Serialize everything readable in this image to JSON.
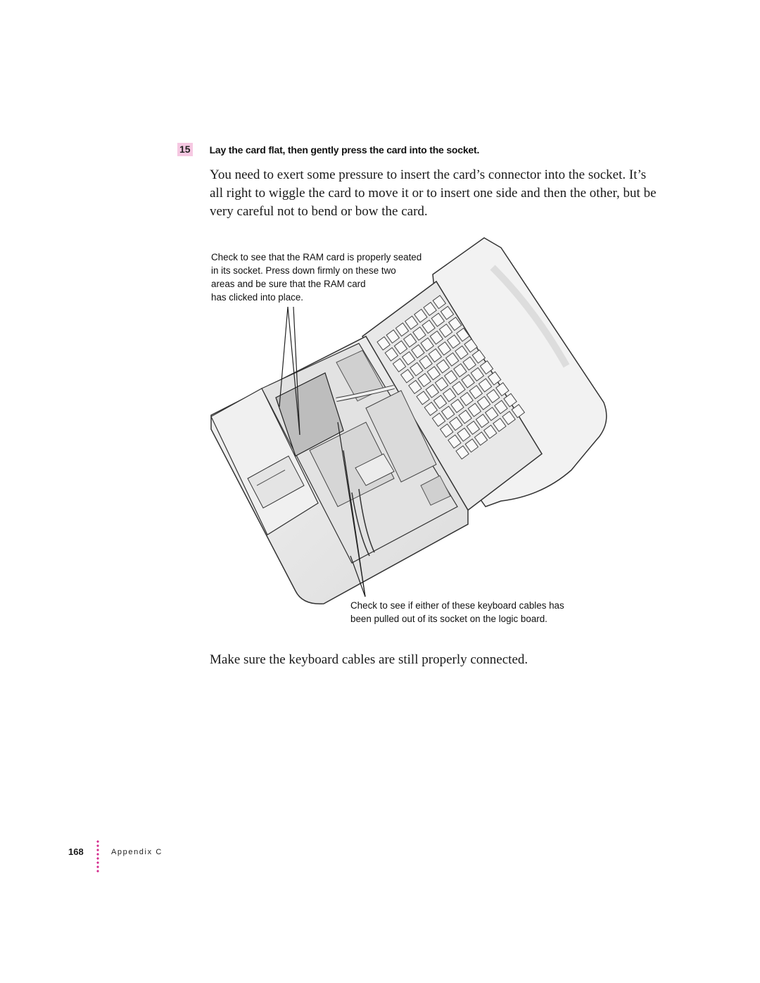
{
  "step": {
    "number": "15",
    "title": "Lay the card flat, then gently press the card into the socket."
  },
  "paragraphs": [
    "You need to exert some pressure to insert the card’s connector into the socket. It’s all right to wiggle the card to move it or to insert one side and then the other, but be very careful not to bend or bow the card.",
    "Make sure the keyboard cables are still properly connected."
  ],
  "callouts": {
    "top": "Check to see that the RAM card is properly seated\nin its socket. Press down firmly on these two\nareas and be sure that the RAM card\nhas clicked into place.",
    "bottom": "Check to see if either of these keyboard cables has\nbeen pulled out of its socket on the logic board."
  },
  "footer": {
    "page_number": "168",
    "section": "Appendix C"
  },
  "colors": {
    "step_badge": "#f6c8e2",
    "footer_dots": "#d42a8c"
  }
}
